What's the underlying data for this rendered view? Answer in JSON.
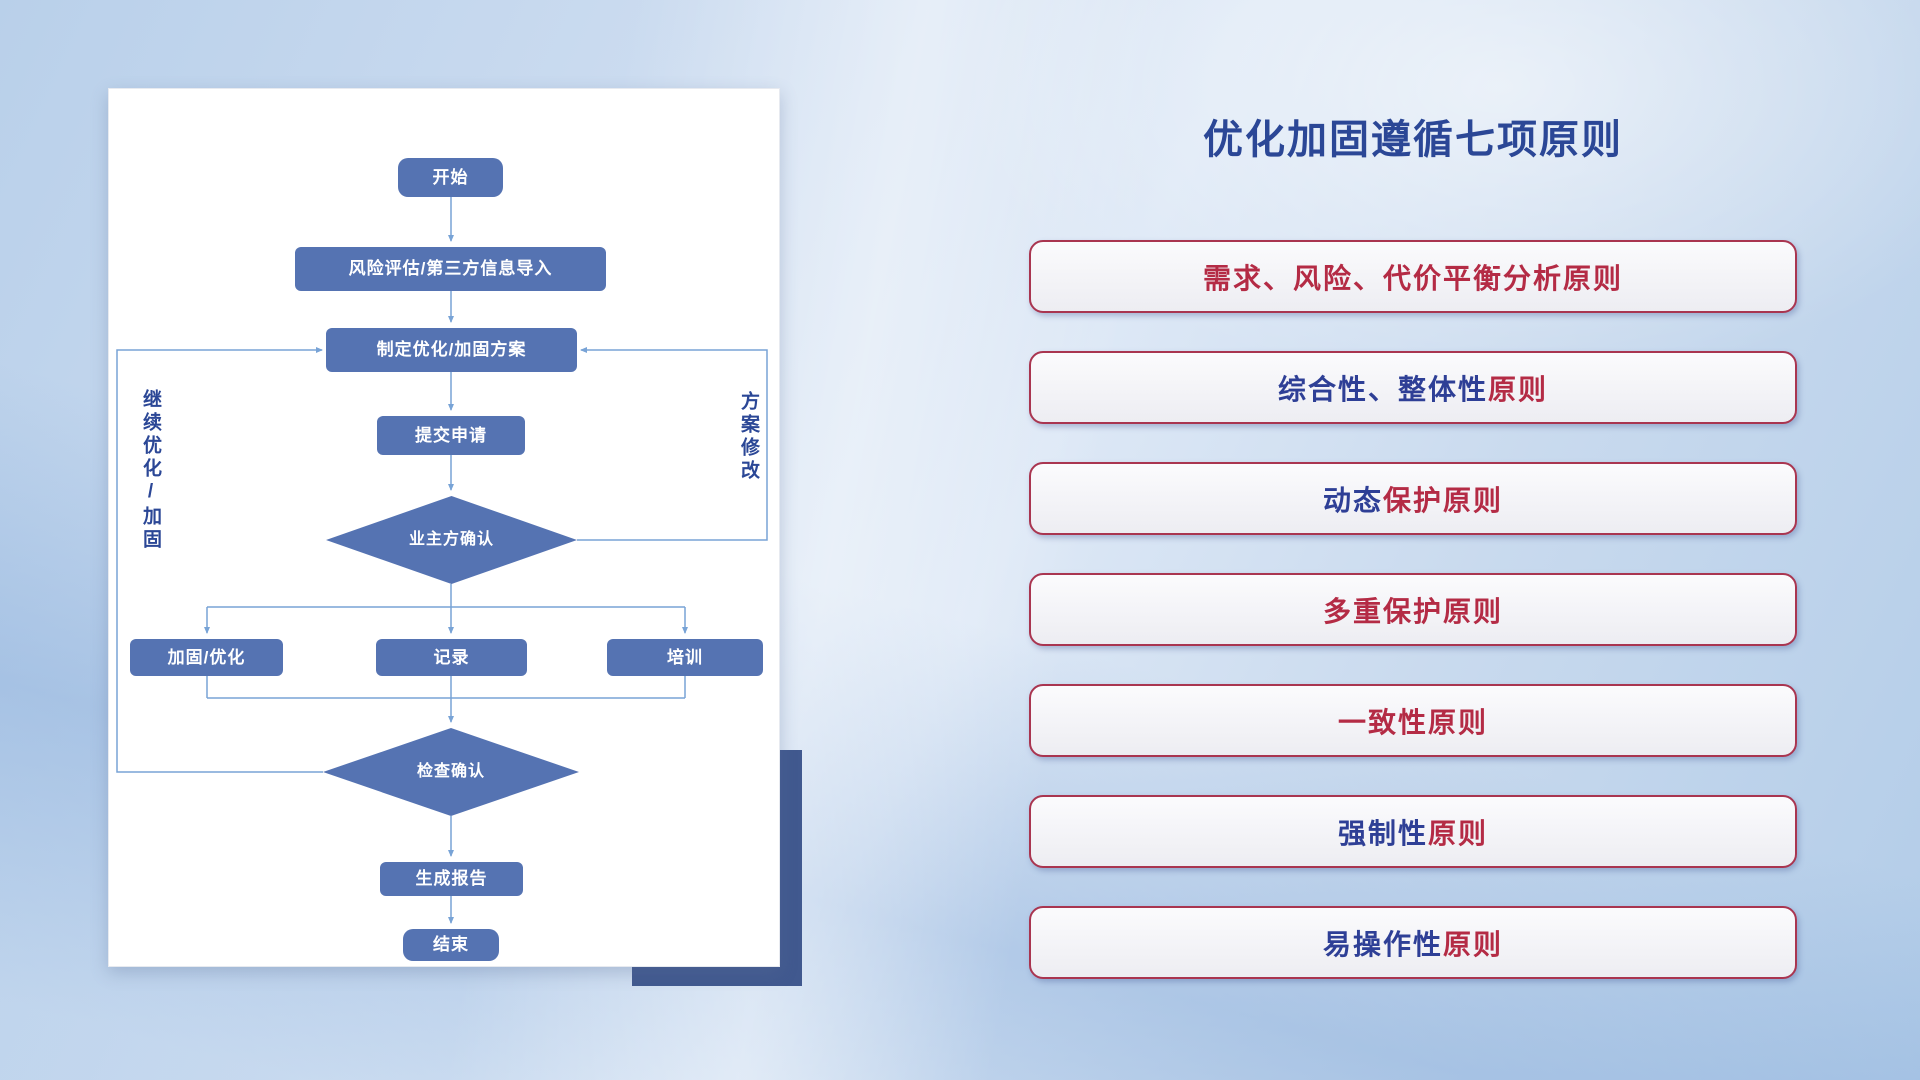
{
  "title": "优化加固遵循七项原则",
  "colors": {
    "node_fill": "#5573b2",
    "line": "#78a3d6",
    "blue_text": "#2e3f96",
    "red_text": "#b42b45",
    "title": "#2b4796"
  },
  "flowchart": {
    "nodes": {
      "start": "开始",
      "risk": "风险评估/第三方信息导入",
      "plan": "制定优化/加固方案",
      "submit": "提交申请",
      "owner_confirm": "业主方确认",
      "harden": "加固/优化",
      "record": "记录",
      "training": "培训",
      "check_confirm": "检查确认",
      "report": "生成报告",
      "end": "结束"
    },
    "labels": {
      "left_loop": "继续优化/加固",
      "right_loop": "方案修改"
    }
  },
  "principles": [
    {
      "segments": [
        {
          "text": "需求、风险、代价平衡分析原则",
          "color": "red"
        }
      ]
    },
    {
      "segments": [
        {
          "text": "综合性、整体性",
          "color": "blue"
        },
        {
          "text": "原则",
          "color": "red"
        }
      ]
    },
    {
      "segments": [
        {
          "text": "动态",
          "color": "blue"
        },
        {
          "text": "保护原则",
          "color": "red"
        }
      ]
    },
    {
      "segments": [
        {
          "text": "多重保护原则",
          "color": "red"
        }
      ]
    },
    {
      "segments": [
        {
          "text": "一致性原则",
          "color": "red"
        }
      ]
    },
    {
      "segments": [
        {
          "text": "强制性",
          "color": "blue"
        },
        {
          "text": "原则",
          "color": "red"
        }
      ]
    },
    {
      "segments": [
        {
          "text": "易操作性",
          "color": "blue"
        },
        {
          "text": "原则",
          "color": "red"
        }
      ]
    }
  ]
}
